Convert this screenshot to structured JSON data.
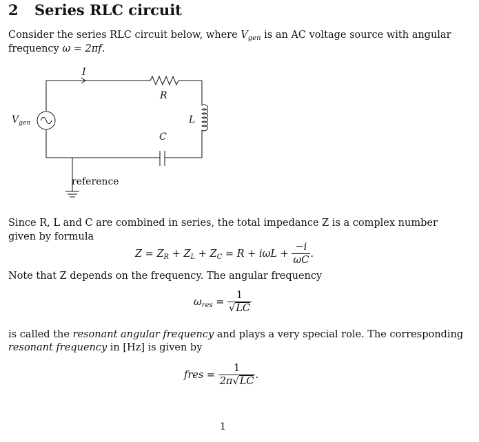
{
  "section": {
    "number": "2",
    "title": "Series RLC circuit"
  },
  "intro": {
    "line1_a": "Consider the series RLC circuit below, where ",
    "vgen_base": "V",
    "vgen_sub": "gen",
    "line1_b": " is an AC voltage source with angular",
    "line2_a": "frequency ",
    "line2_math": "ω = 2πf",
    "line2_end": "."
  },
  "circuit": {
    "current_label": "I",
    "resistor_label": "R",
    "inductor_label": "L",
    "capacitor_label": "C",
    "source_label_base": "V",
    "source_label_sub": "gen",
    "ground_label": "reference"
  },
  "impedance_text": {
    "line1": "Since R, L and C are combined in series, the total impedance Z is a complex number",
    "line2": "given by formula"
  },
  "impedance_formula": {
    "lhs": "Z = Z",
    "r_sub": "R",
    "plus_zl": " + Z",
    "l_sub": "L",
    "plus_zc": " + Z",
    "c_sub": "C",
    "rhs": " = R + iωL + ",
    "frac_num": "−i",
    "frac_den": "ωC",
    "end": "."
  },
  "note_text": "Note that Z depends on the frequency. The angular frequency",
  "omega_res": {
    "symbol": "ω",
    "sub": "res",
    "equals": " = ",
    "num": "1",
    "den": "LC"
  },
  "resonant_text": {
    "line1_a": "is called the ",
    "line1_em": "resonant angular frequency",
    "line1_b": " and plays a very special role. The corresponding",
    "line2_em": "resonant frequency",
    "line2_b": " in [Hz] is given by"
  },
  "f_res": {
    "lhs": "fres = ",
    "num": "1",
    "den_pre": "2π",
    "den_sqrt": "LC",
    "end": "."
  },
  "page_number": "1"
}
